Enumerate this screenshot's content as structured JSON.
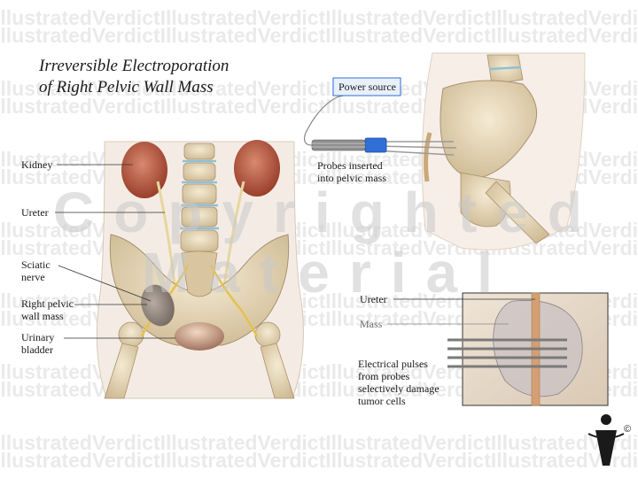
{
  "title": {
    "line1": "Irreversible Electroporation",
    "line2": "of Right Pelvic Wall Mass"
  },
  "labels": {
    "kidney": "Kidney",
    "ureter": "Ureter",
    "sciatic_line1": "Sciatic",
    "sciatic_line2": "nerve",
    "mass_line1": "Right pelvic",
    "mass_line2": "wall mass",
    "bladder_line1": "Urinary",
    "bladder_line2": "bladder",
    "power_source": "Power source",
    "probes_line1": "Probes inserted",
    "probes_line2": "into pelvic mass",
    "inset_ureter": "Ureter",
    "inset_mass": "Mass",
    "pulses_line1": "Electrical pulses",
    "pulses_line2": "from probes",
    "pulses_line3": "selectively damage",
    "pulses_line4": "tumor cells"
  },
  "watermark": {
    "row_text": "IllustratedVerdictIllustratedVerdictIllustratedVerdictIllustratedVerdict",
    "big_line1": "Copyrighted",
    "big_line2": "Material"
  },
  "logo": {
    "copyright_symbol": "©",
    "name": "illustrated-verdict-logo"
  },
  "colors": {
    "bone": "#e8dcc0",
    "bone_shadow": "#c9b48e",
    "kidney": "#b35a44",
    "mass": "#9c8f86",
    "probe_handle": "#2f6fd6",
    "nerve": "#e8c65a",
    "skin": "#f2e6da"
  }
}
